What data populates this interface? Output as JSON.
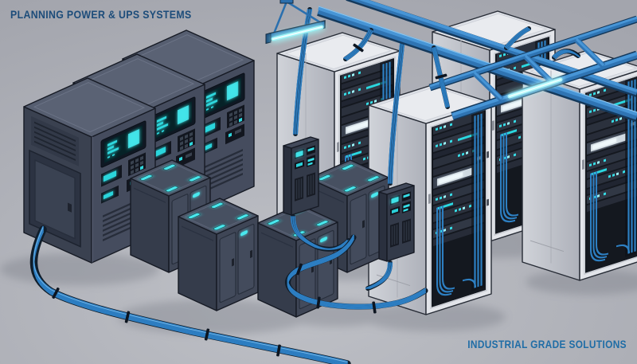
{
  "header": {
    "title": "PLANNING POWER & UPS SYSTEMS"
  },
  "footer": {
    "tagline": "INDUSTRIAL GRADE SOLUTIONS"
  },
  "palette": {
    "background": "#b1b3ba",
    "title_text": "#1c4c7a",
    "tagline_text": "#1f6da6",
    "cable_blue": "#2d7ec2",
    "tray_blue": "#2f74b3",
    "accent_cyan": "#3fe2e8",
    "cabinet_body": "#454c5e",
    "rack_frame": "#e3e5ea"
  },
  "scene": {
    "ups_cabinets": 3,
    "battery_cabinets": 4,
    "server_racks": 4,
    "pdu_panels": 2,
    "pendant_lights": 1,
    "overhead_cable_trays": 4
  }
}
